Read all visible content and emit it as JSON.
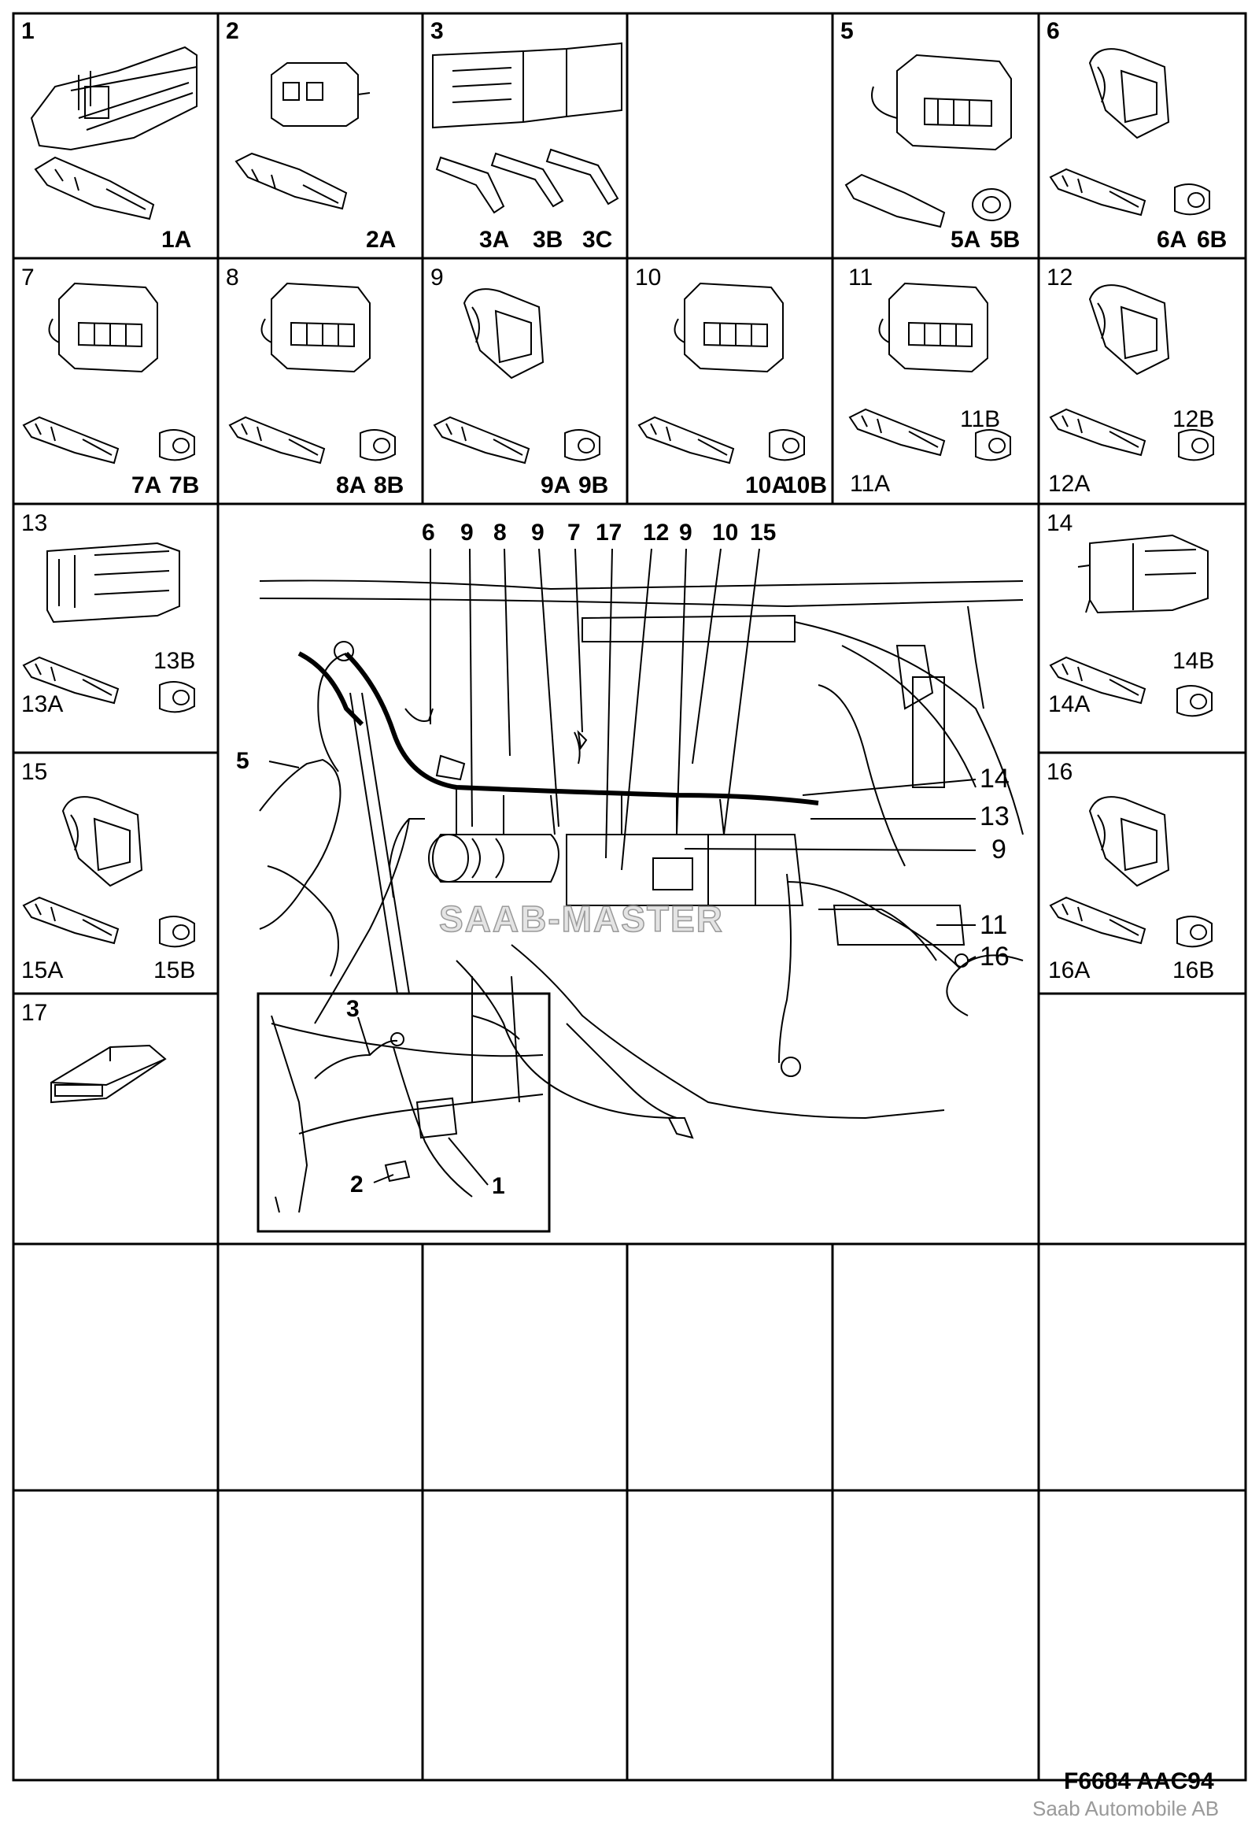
{
  "drawing_code": "F6684 AAC94",
  "copyright": "Saab Automobile AB",
  "watermark": "SAAB-MASTER",
  "cells": [
    {
      "num": "1",
      "parts": [
        "1A"
      ]
    },
    {
      "num": "2",
      "parts": [
        "2A"
      ]
    },
    {
      "num": "3",
      "parts": [
        "3A",
        "3B",
        "3C"
      ]
    },
    {
      "num": "5",
      "parts": [
        "5A",
        "5B"
      ]
    },
    {
      "num": "6",
      "parts": [
        "6A",
        "6B"
      ]
    },
    {
      "num": "7",
      "parts": [
        "7A",
        "7B"
      ]
    },
    {
      "num": "8",
      "parts": [
        "8A",
        "8B"
      ]
    },
    {
      "num": "9",
      "parts": [
        "9A",
        "9B"
      ]
    },
    {
      "num": "10",
      "parts": [
        "10A",
        "10B"
      ]
    },
    {
      "num": "11",
      "parts": [
        "11A",
        "11B"
      ]
    },
    {
      "num": "12",
      "parts": [
        "12A",
        "12B"
      ]
    },
    {
      "num": "13",
      "parts": [
        "13A",
        "13B"
      ]
    },
    {
      "num": "14",
      "parts": [
        "14A",
        "14B"
      ]
    },
    {
      "num": "15",
      "parts": [
        "15A",
        "15B"
      ]
    },
    {
      "num": "16",
      "parts": [
        "16A",
        "16B"
      ]
    },
    {
      "num": "17",
      "parts": []
    }
  ],
  "callouts": {
    "top": [
      "6",
      "9",
      "8",
      "9",
      "7",
      "17",
      "12",
      "9",
      "10",
      "15"
    ],
    "right": [
      "14",
      "13",
      "9",
      "11",
      "16"
    ],
    "left": [
      "5"
    ],
    "inset": [
      "3",
      "2",
      "1"
    ]
  }
}
